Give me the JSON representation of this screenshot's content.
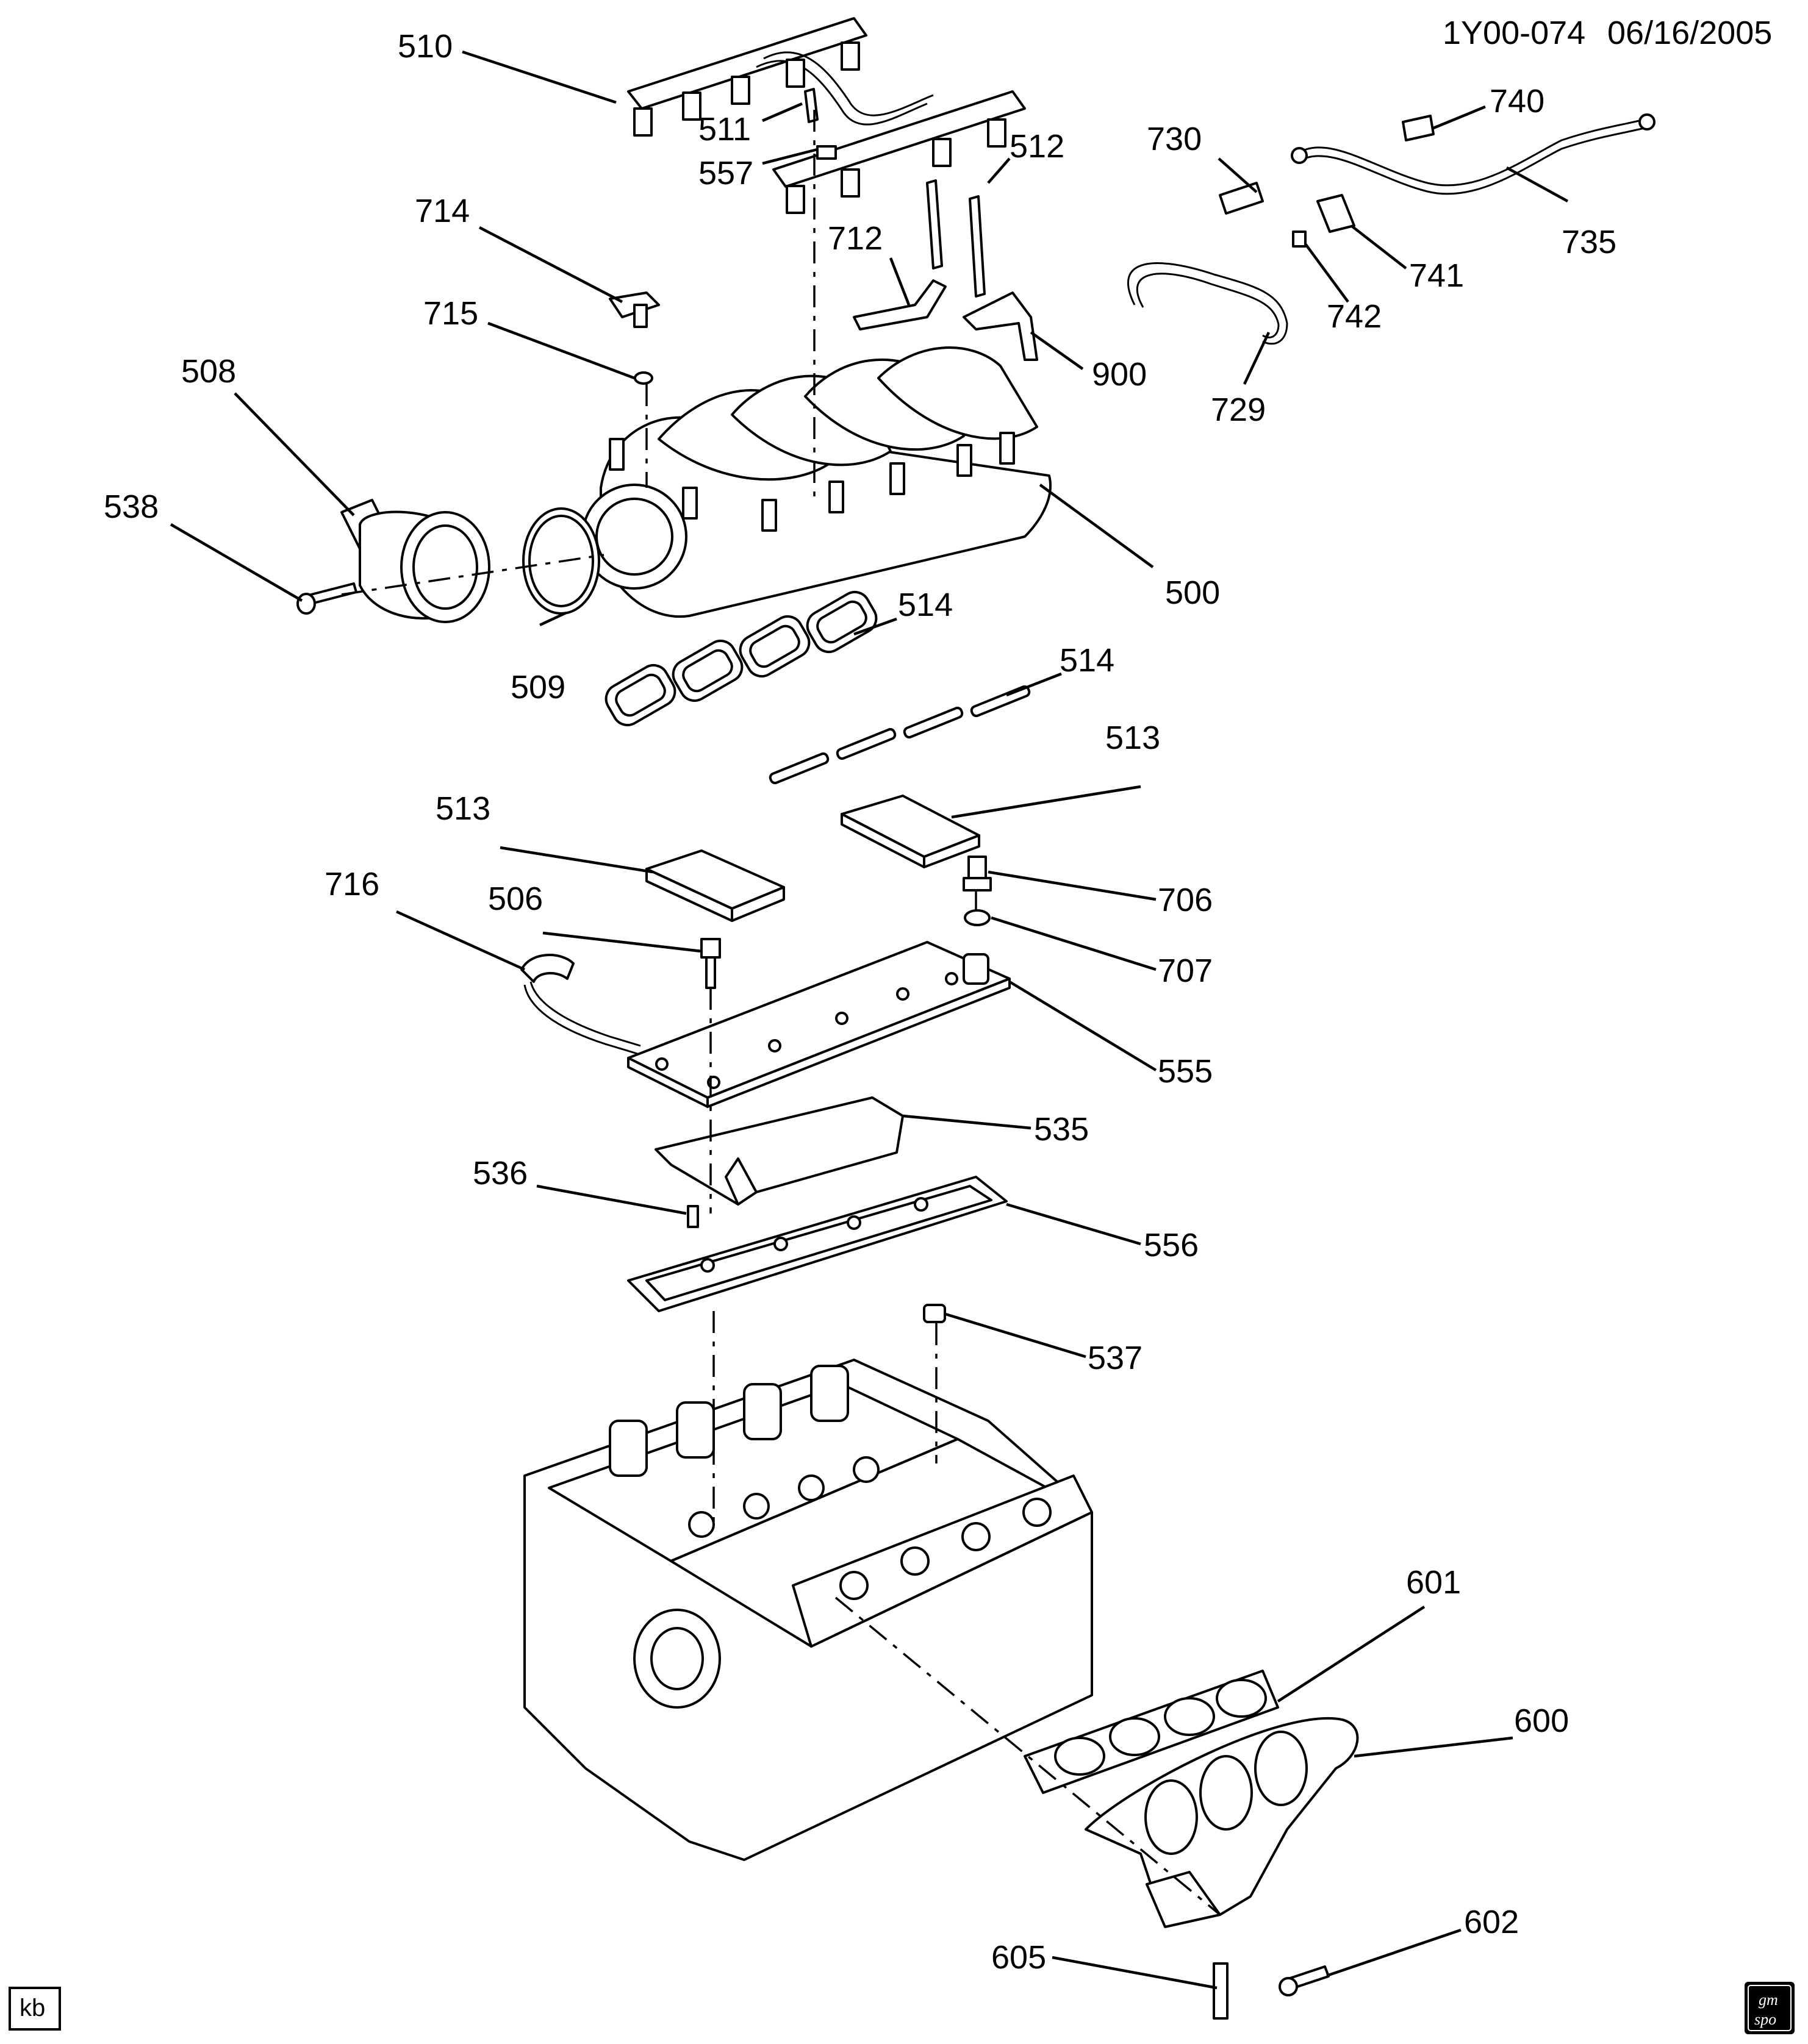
{
  "header": {
    "drawing_id": "1Y00-074",
    "date": "06/16/2005"
  },
  "badge": {
    "initials": "kb"
  },
  "logo": {
    "icon": "gm-spo-logo-icon",
    "line1": "gm",
    "line2": "spo"
  },
  "callouts": [
    "510",
    "511",
    "557",
    "512",
    "714",
    "712",
    "715",
    "508",
    "538",
    "509",
    "514",
    "514",
    "513",
    "513",
    "716",
    "506",
    "706",
    "707",
    "555",
    "535",
    "536",
    "556",
    "537",
    "601",
    "600",
    "602",
    "605",
    "730",
    "740",
    "735",
    "741",
    "742",
    "729",
    "900",
    "500"
  ]
}
